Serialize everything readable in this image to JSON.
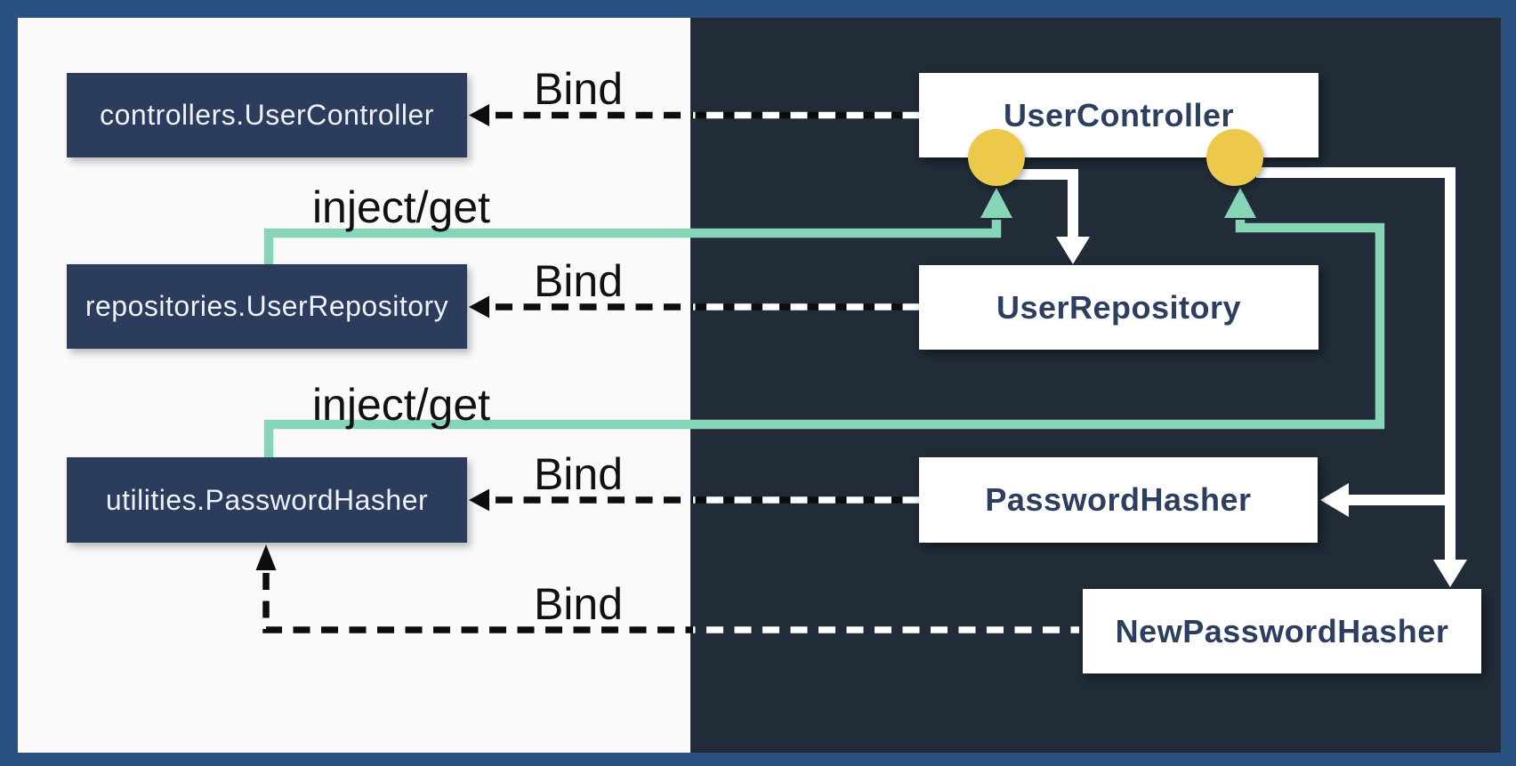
{
  "diagram": {
    "type": "dependency-injection-binding-diagram",
    "left_panel": {
      "boxes": [
        {
          "label": "controllers.UserController"
        },
        {
          "label": "repositories.UserRepository"
        },
        {
          "label": "utilities.PasswordHasher"
        }
      ]
    },
    "right_panel": {
      "boxes": [
        {
          "label": "UserController"
        },
        {
          "label": "UserRepository"
        },
        {
          "label": "PasswordHasher"
        },
        {
          "label": "NewPasswordHasher"
        }
      ]
    },
    "edges": {
      "bind_controller": {
        "label": "Bind"
      },
      "bind_repository": {
        "label": "Bind"
      },
      "bind_hasher": {
        "label": "Bind"
      },
      "bind_new_hasher": {
        "label": "Bind"
      },
      "inject_repository": {
        "label": "inject/get"
      },
      "inject_hasher": {
        "label": "inject/get"
      }
    },
    "colors": {
      "frame_blue": "#2b5181",
      "light_panel": "#fafafb",
      "dark_panel": "#212c38",
      "navy_box": "#2b3c5c",
      "white_box": "#ffffff",
      "box_text_dark": "#2d3e5f",
      "box_text_light": "#eef1f6",
      "teal_accent": "#87d5b7",
      "yellow_port": "#ecc94b",
      "label_text": "#111111",
      "line_black": "#0d0d0d",
      "line_white": "#ffffff"
    }
  }
}
